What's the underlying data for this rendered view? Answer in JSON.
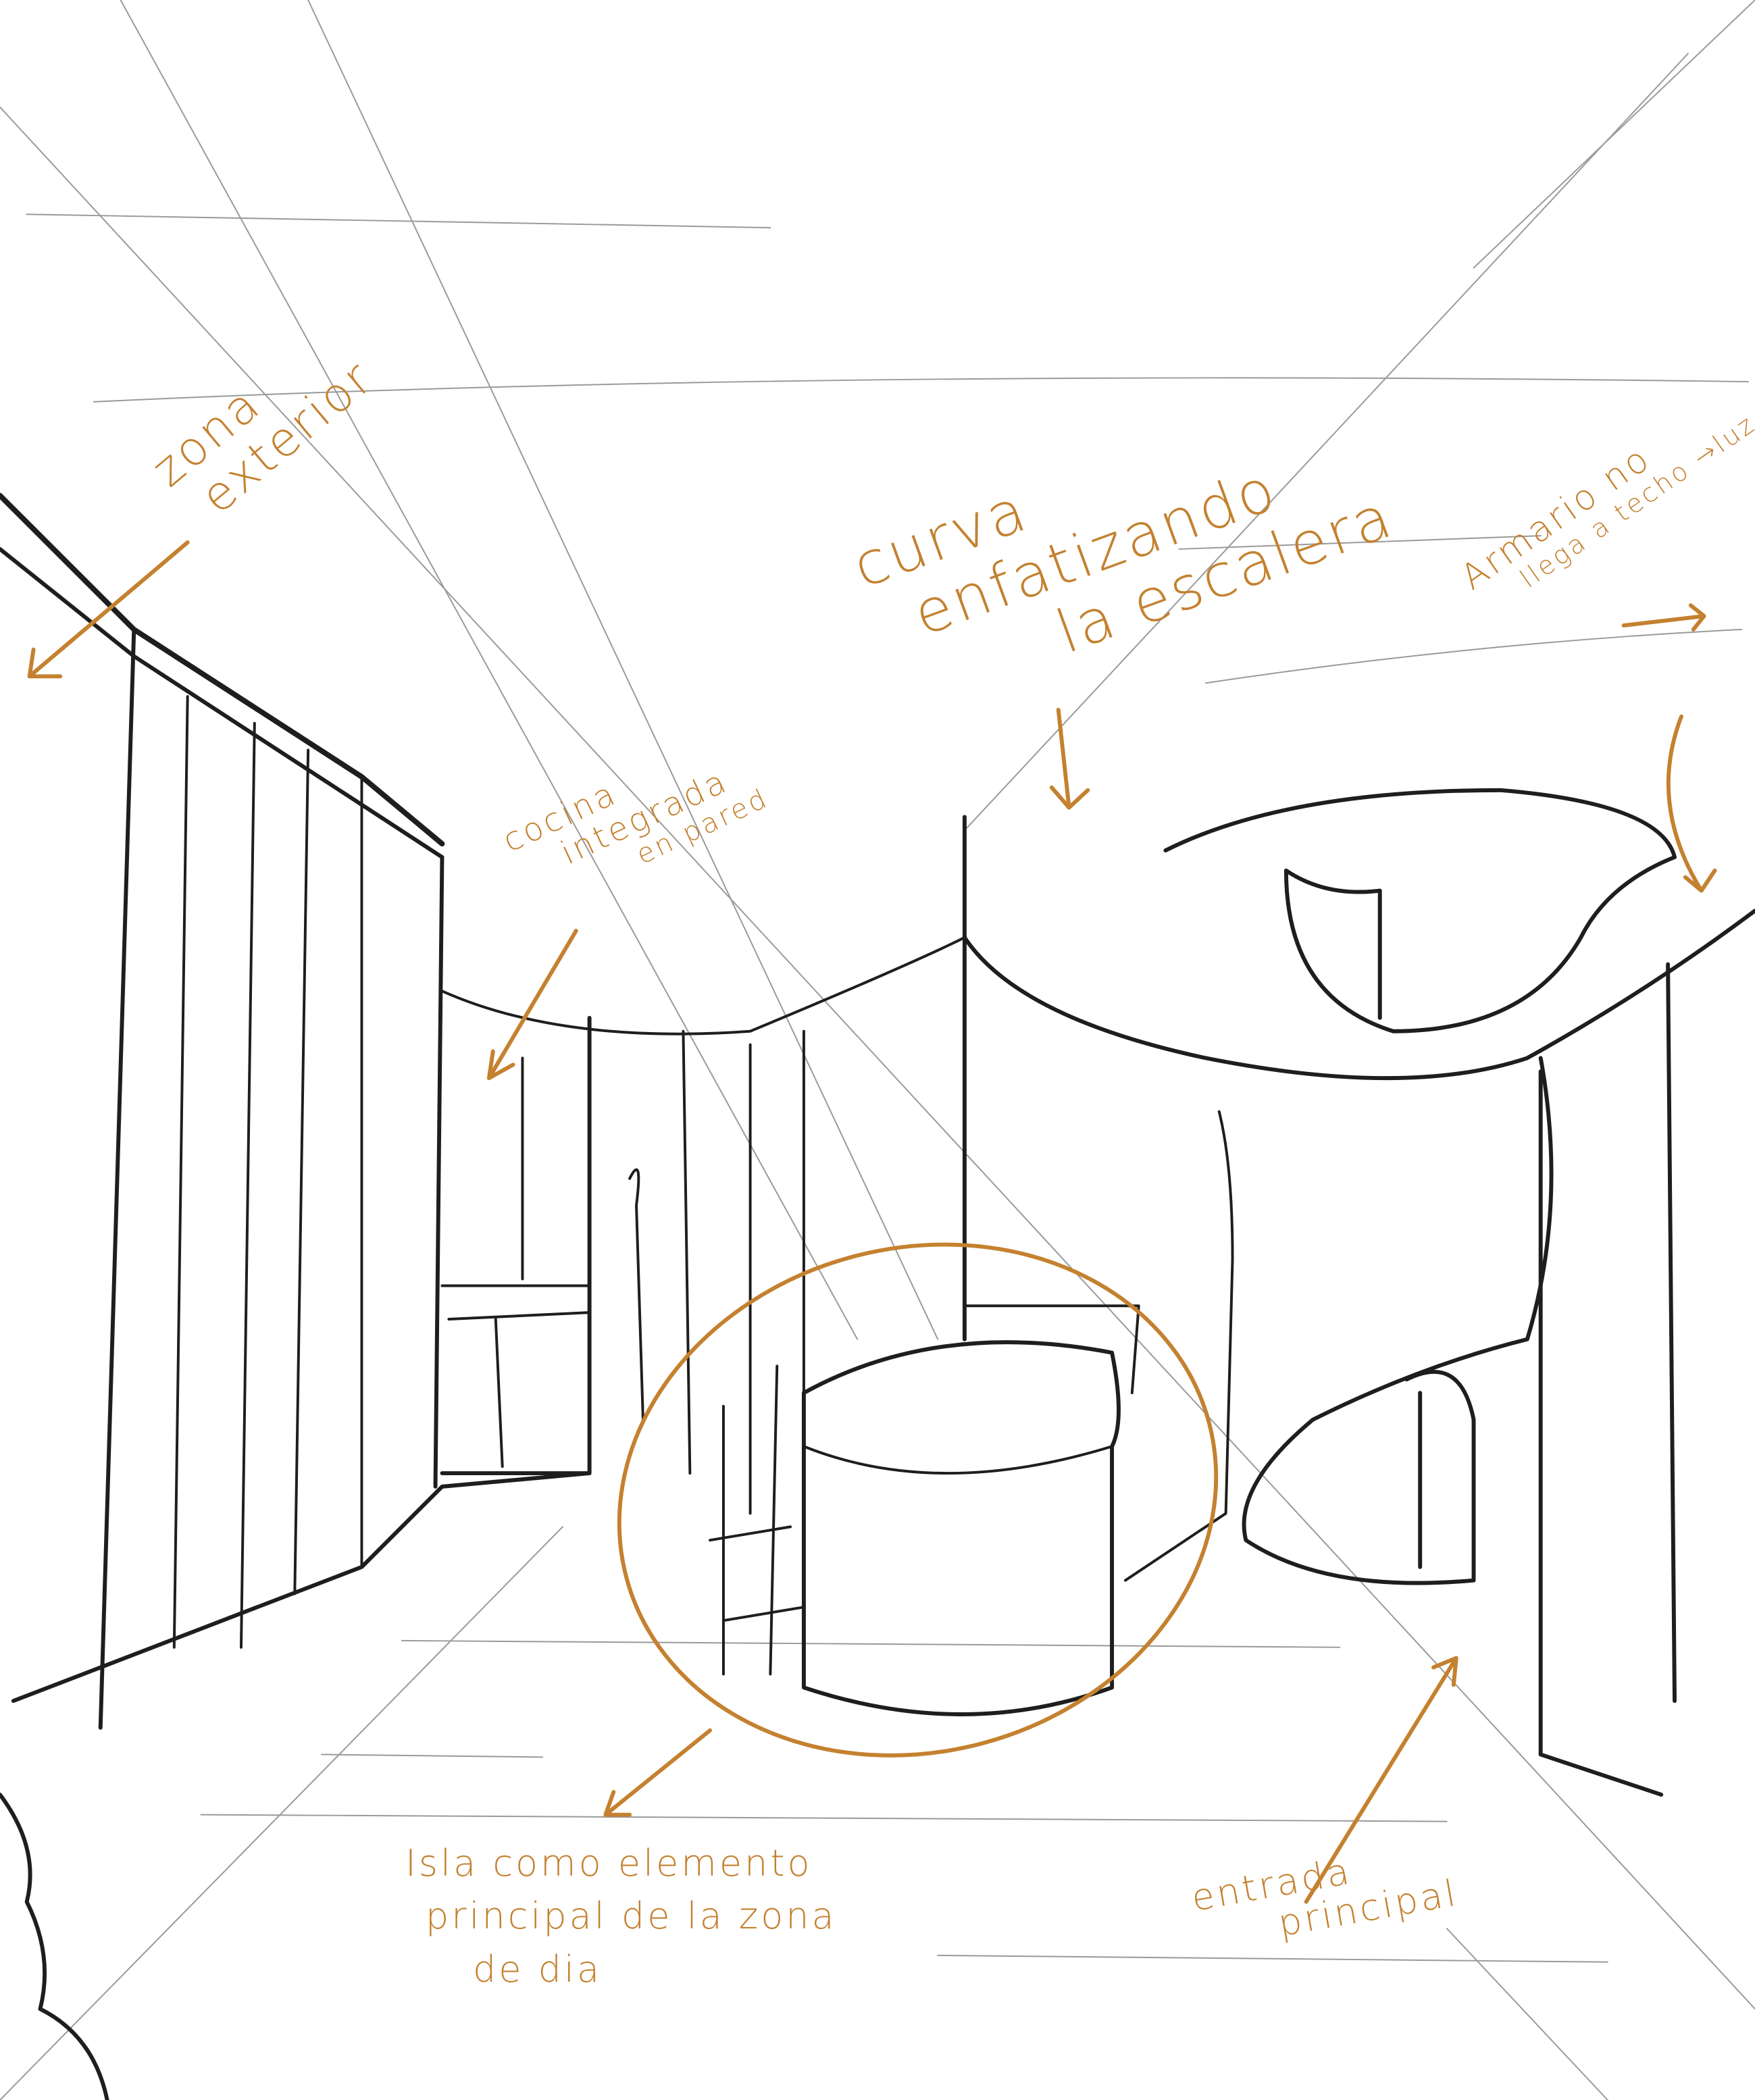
{
  "sketch": {
    "ink_color": "#1e1e1e",
    "annotation_color": "#c4812f",
    "annotations": {
      "zona_exterior": [
        "zona",
        "exterior"
      ],
      "curva": [
        "curva",
        "enfatizando",
        "la escalera"
      ],
      "armario": [
        "Armario no",
        "llega a techo",
        "luz"
      ],
      "cocina": [
        "cocina",
        "integrada",
        "en pared"
      ],
      "isla": [
        "Isla  como elemento",
        "principal de la zona",
        "de dia"
      ],
      "entrada": [
        "entrada",
        "principal"
      ]
    }
  }
}
